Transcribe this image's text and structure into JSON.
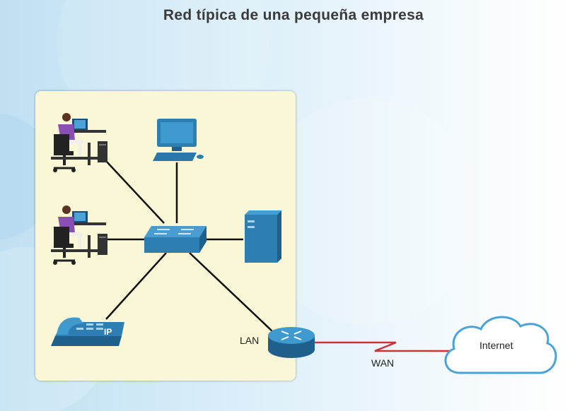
{
  "title": "Red típica de una pequeña empresa",
  "labels": {
    "lan": "LAN",
    "wan": "WAN",
    "internet": "Internet",
    "ip_phone_badge": "IP"
  },
  "colors": {
    "device_blue": "#2d7fb3",
    "panel_bg": "#f9f7d5",
    "wan_link": "#d0303a",
    "lan_link": "#111111"
  },
  "nodes": [
    {
      "name": "workstation-user-1",
      "icon": "workstation-icon"
    },
    {
      "name": "workstation-user-2",
      "icon": "workstation-icon"
    },
    {
      "name": "desktop-pc",
      "icon": "pc-icon"
    },
    {
      "name": "switch",
      "icon": "switch-icon"
    },
    {
      "name": "server",
      "icon": "server-icon"
    },
    {
      "name": "ip-phone",
      "icon": "ip-phone-icon"
    },
    {
      "name": "router",
      "icon": "router-icon"
    },
    {
      "name": "internet-cloud",
      "icon": "cloud-icon"
    }
  ]
}
